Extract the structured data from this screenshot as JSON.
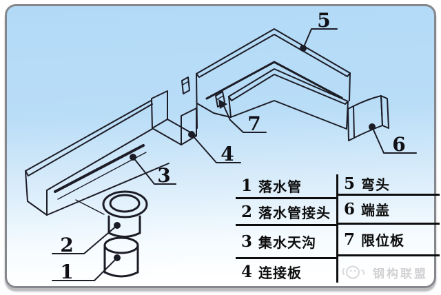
{
  "diagram_title": "gutter-downspout-components-exploded-view",
  "legend": {
    "left": [
      {
        "num": "1",
        "name": "落水管"
      },
      {
        "num": "2",
        "name": "落水管接头"
      },
      {
        "num": "3",
        "name": "集水天沟"
      },
      {
        "num": "4",
        "name": "连接板"
      }
    ],
    "right": [
      {
        "num": "5",
        "name": "弯头"
      },
      {
        "num": "6",
        "name": "端盖"
      },
      {
        "num": "7",
        "name": "限位板"
      }
    ]
  },
  "watermark": {
    "text": "钢构联盟"
  },
  "colors": {
    "background_top": "#b2daf7",
    "background_bottom": "#ffffff",
    "line": "#1c1c26",
    "table_line": "#0d0d0d",
    "frame": "#85878c",
    "watermark": "#d2d2d4"
  }
}
